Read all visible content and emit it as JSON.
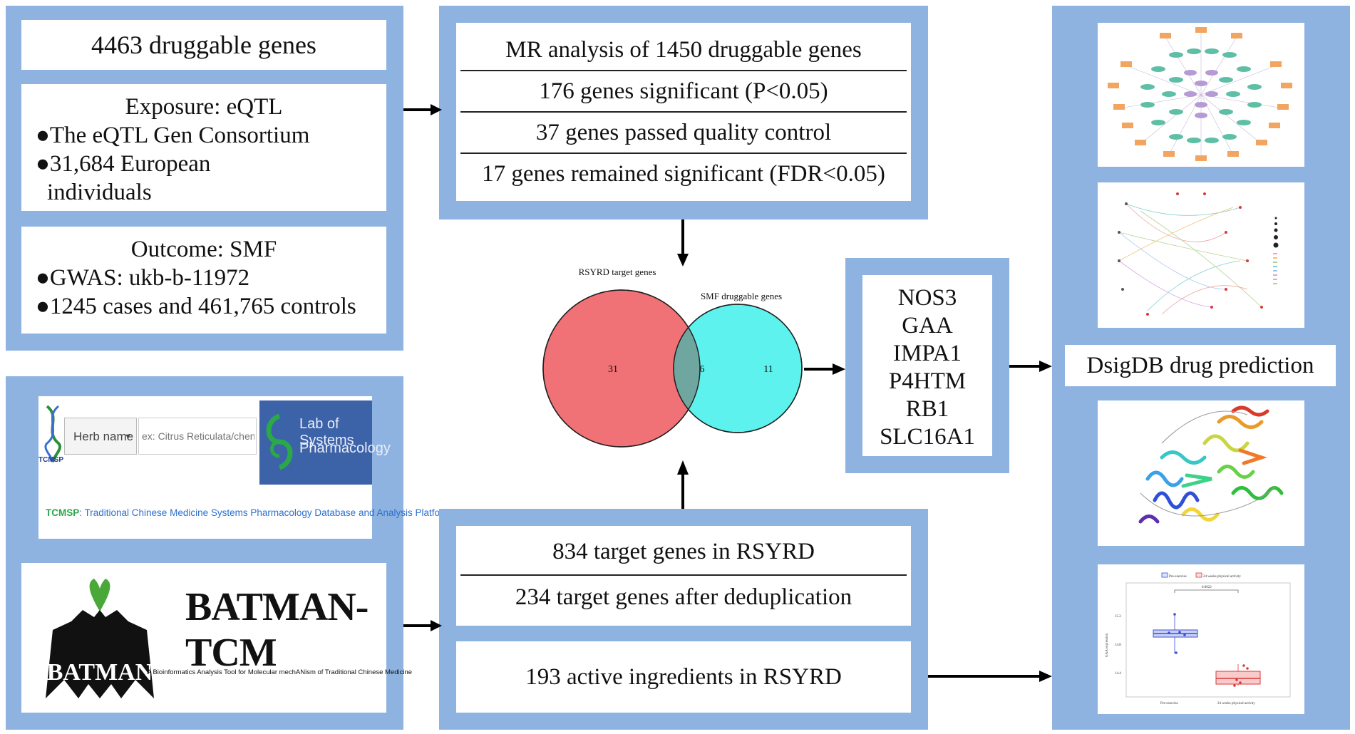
{
  "left_top": {
    "title": "4463 druggable genes",
    "exposure_heading": "Exposure: eQTL",
    "exposure_items": [
      "●The eQTL Gen Consortium",
      "●31,684 European",
      "individuals"
    ],
    "outcome_heading": "Outcome: SMF",
    "outcome_items": [
      "●GWAS: ukb-b-11972",
      "●1245 cases and 461,765 controls"
    ]
  },
  "mr_box": {
    "rows": [
      "MR analysis of 1450 druggable genes",
      "176 genes significant (P<0.05)",
      "37 genes passed quality control",
      "17 genes remained significant (FDR<0.05)"
    ]
  },
  "venn": {
    "left_label": "RSYRD target genes",
    "right_label": "SMF druggable genes",
    "left_only": "31",
    "overlap": "6",
    "right_only": "11",
    "left_color": "#f07176",
    "right_color": "#5ef2ee"
  },
  "genes": [
    "NOS3",
    "GAA",
    "IMPA1",
    "P4HTM",
    "RB1",
    "SLC16A1"
  ],
  "dsigdb": {
    "label": "DsigDB drug prediction"
  },
  "tcmsp": {
    "short_name": "TCMSP",
    "select_label": "Herb name",
    "placeholder": "ex: Citrus Reticulata/chenpi/陈皮",
    "lab_line1": "Lab of Systems",
    "lab_line2": "Pharmacology",
    "full_name": ": Traditional Chinese Medicine Systems Pharmacology Database and Analysis Platform"
  },
  "batman": {
    "logo_word": "BATMAN",
    "title": "BATMAN-TCM",
    "tagline": "A Bioinformatics Analysis Tool for Molecular mechANism of Traditional Chinese Medicine"
  },
  "rsyrd_box": {
    "rows": [
      "834 target genes in RSYRD",
      "234 target genes after deduplication"
    ],
    "ingredients": "193 active ingredients in RSYRD"
  },
  "boxplot": {
    "legend": [
      "Pre-exercise",
      "24 weeks physical activity"
    ],
    "pvalue": "0.0022",
    "ylabel": "GAA expression",
    "yticks": [
      "15.2",
      "14.8",
      "14.4"
    ],
    "xticks": [
      "Pre-exercise",
      "24 weeks physical activity"
    ]
  },
  "colors": {
    "panel": "#8fb3e0",
    "arrow": "#000000"
  }
}
